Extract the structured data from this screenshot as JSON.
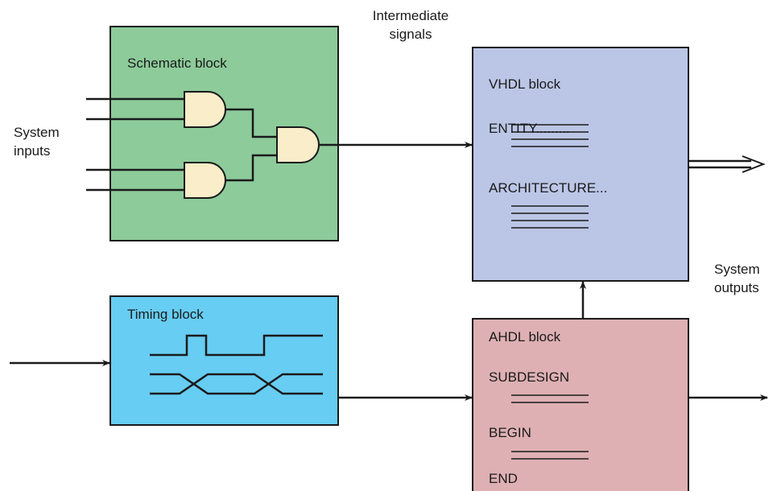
{
  "labels": {
    "intermediate_signals_line1": "Intermediate",
    "intermediate_signals_line2": "signals",
    "system_inputs_line1": "System",
    "system_inputs_line2": "inputs",
    "system_outputs_line1": "System",
    "system_outputs_line2": "outputs"
  },
  "blocks": {
    "schematic": {
      "title": "Schematic block",
      "color": "#8dcb9a"
    },
    "timing": {
      "title": "Timing block",
      "color": "#67cdf2"
    },
    "vhdl": {
      "title": "VHDL block",
      "color": "#bbc6e6",
      "line1": "ENTITY.........",
      "line2": "ARCHITECTURE..."
    },
    "ahdl": {
      "title": "AHDL block",
      "color": "#deb0b3",
      "line1": "SUBDESIGN",
      "line2": "BEGIN",
      "line3": "END"
    }
  },
  "colors": {
    "gate_fill": "#faedc9",
    "line": "#1a1a1a"
  }
}
